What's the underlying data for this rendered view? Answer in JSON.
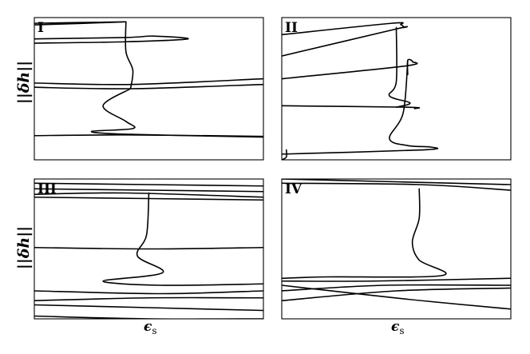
{
  "figure": {
    "y_label": "||δh||",
    "x_label_main": "ϵ",
    "x_label_sub": "s"
  },
  "chart_data": [
    {
      "type": "line",
      "panel": "I",
      "xlim": [
        0,
        1
      ],
      "ylim": [
        0,
        1
      ],
      "series": [
        {
          "points": [
            [
              0.0,
              0.96
            ],
            [
              0.4,
              0.97
            ],
            [
              0.02,
              0.95
            ],
            [
              0.0,
              0.95
            ]
          ]
        },
        {
          "points": [
            [
              0.0,
              0.85
            ],
            [
              0.4,
              0.86
            ],
            [
              0.52,
              0.87
            ],
            [
              0.67,
              0.85
            ],
            [
              0.4,
              0.83
            ],
            [
              0.0,
              0.82
            ]
          ]
        },
        {
          "points": [
            [
              0.4,
              0.97
            ],
            [
              0.4,
              0.76
            ],
            [
              0.43,
              0.63
            ],
            [
              0.42,
              0.5
            ]
          ]
        },
        {
          "points": [
            [
              0.0,
              0.54
            ],
            [
              0.42,
              0.53
            ],
            [
              1.0,
              0.57
            ]
          ]
        },
        {
          "points": [
            [
              0.0,
              0.51
            ],
            [
              0.42,
              0.5
            ],
            [
              1.0,
              0.53
            ]
          ]
        },
        {
          "points": [
            [
              0.42,
              0.5
            ],
            [
              0.3,
              0.38
            ],
            [
              0.4,
              0.27
            ],
            [
              0.43,
              0.22
            ],
            [
              0.25,
              0.2
            ],
            [
              0.4,
              0.18
            ],
            [
              1.0,
              0.16
            ]
          ]
        },
        {
          "points": [
            [
              0.0,
              0.17
            ],
            [
              0.4,
              0.175
            ],
            [
              1.0,
              0.165
            ]
          ]
        }
      ]
    },
    {
      "type": "line",
      "panel": "II",
      "xlim": [
        0,
        1
      ],
      "ylim": [
        0,
        1
      ],
      "series": [
        {
          "points": [
            [
              0.0,
              0.73
            ],
            [
              0.5,
              0.92
            ],
            [
              0.53,
              0.93
            ],
            [
              0.52,
              0.95
            ],
            [
              0.48,
              0.96
            ],
            [
              0.0,
              0.88
            ]
          ]
        },
        {
          "points": [
            [
              0.5,
              0.93
            ],
            [
              0.5,
              0.55
            ],
            [
              0.47,
              0.45
            ],
            [
              0.56,
              0.4
            ],
            [
              0.5,
              0.37
            ]
          ]
        },
        {
          "points": [
            [
              0.0,
              0.57
            ],
            [
              0.54,
              0.66
            ],
            [
              0.57,
              0.69
            ],
            [
              0.55,
              0.7
            ],
            [
              0.55,
              0.6
            ]
          ]
        },
        {
          "points": [
            [
              0.0,
              0.38
            ],
            [
              0.55,
              0.37
            ],
            [
              0.58,
              0.36
            ]
          ]
        },
        {
          "points": [
            [
              0.55,
              0.7
            ],
            [
              0.53,
              0.33
            ],
            [
              0.47,
              0.15
            ],
            [
              0.55,
              0.1
            ],
            [
              0.65,
              0.09
            ],
            [
              0.62,
              0.07
            ],
            [
              0.0,
              0.04
            ]
          ]
        },
        {
          "points": [
            [
              0.0,
              0.0
            ],
            [
              0.02,
              0.02
            ],
            [
              0.02,
              0.07
            ]
          ]
        }
      ]
    },
    {
      "type": "line",
      "panel": "III",
      "xlim": [
        0,
        1
      ],
      "ylim": [
        0,
        1
      ],
      "series": [
        {
          "points": [
            [
              0.0,
              0.97
            ],
            [
              1.0,
              0.95
            ]
          ]
        },
        {
          "points": [
            [
              0.0,
              0.93
            ],
            [
              1.0,
              0.91
            ]
          ]
        },
        {
          "points": [
            [
              0.0,
              0.89
            ],
            [
              0.4,
              0.9
            ],
            [
              1.0,
              0.87
            ]
          ]
        },
        {
          "points": [
            [
              0.0,
              0.87
            ],
            [
              1.0,
              0.85
            ]
          ]
        },
        {
          "points": [
            [
              0.5,
              0.9
            ],
            [
              0.49,
              0.6
            ],
            [
              0.45,
              0.45
            ],
            [
              0.56,
              0.33
            ],
            [
              0.3,
              0.27
            ],
            [
              0.55,
              0.24
            ],
            [
              1.0,
              0.25
            ]
          ]
        },
        {
          "points": [
            [
              0.0,
              0.51
            ],
            [
              0.5,
              0.5
            ],
            [
              1.0,
              0.51
            ]
          ]
        },
        {
          "points": [
            [
              0.0,
              0.2
            ],
            [
              0.55,
              0.18
            ],
            [
              1.0,
              0.2
            ]
          ]
        },
        {
          "points": [
            [
              0.0,
              0.13
            ],
            [
              0.5,
              0.15
            ],
            [
              1.0,
              0.15
            ]
          ]
        },
        {
          "points": [
            [
              0.0,
              0.1
            ],
            [
              0.5,
              0.08
            ],
            [
              1.0,
              0.06
            ]
          ]
        },
        {
          "points": [
            [
              0.0,
              0.02
            ],
            [
              0.5,
              0.0
            ],
            [
              1.0,
              0.0
            ]
          ]
        }
      ]
    },
    {
      "type": "line",
      "panel": "IV",
      "xlim": [
        0,
        1
      ],
      "ylim": [
        0,
        1
      ],
      "series": [
        {
          "points": [
            [
              0.0,
              1.0
            ],
            [
              1.0,
              0.96
            ]
          ]
        },
        {
          "points": [
            [
              0.0,
              0.97
            ],
            [
              0.6,
              0.96
            ],
            [
              1.0,
              0.92
            ]
          ]
        },
        {
          "points": [
            [
              0.6,
              0.93
            ],
            [
              0.6,
              0.72
            ],
            [
              0.57,
              0.55
            ],
            [
              0.6,
              0.42
            ],
            [
              0.7,
              0.31
            ],
            [
              0.2,
              0.3
            ],
            [
              0.0,
              0.29
            ]
          ]
        },
        {
          "points": [
            [
              0.0,
              0.27
            ],
            [
              0.4,
              0.27
            ],
            [
              1.0,
              0.29
            ]
          ]
        },
        {
          "points": [
            [
              0.0,
              0.2
            ],
            [
              0.45,
              0.24
            ],
            [
              1.0,
              0.24
            ]
          ]
        },
        {
          "points": [
            [
              0.0,
              0.13
            ],
            [
              0.5,
              0.2
            ],
            [
              1.0,
              0.22
            ]
          ]
        },
        {
          "points": [
            [
              0.0,
              0.24
            ],
            [
              0.55,
              0.14
            ],
            [
              1.0,
              0.07
            ]
          ]
        }
      ]
    }
  ]
}
